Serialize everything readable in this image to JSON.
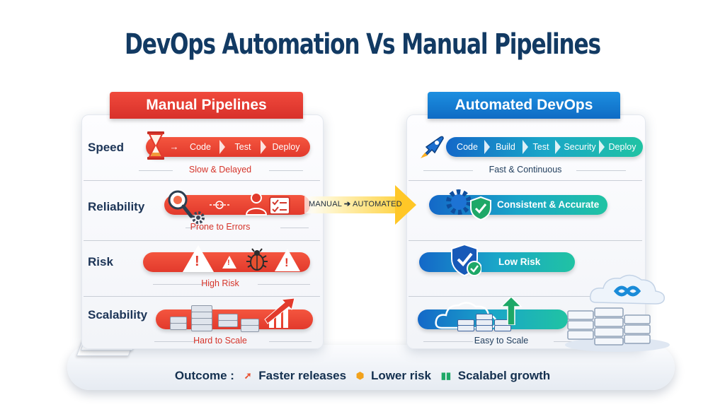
{
  "title": "DevOps Automation Vs Manual Pipelines",
  "left": {
    "header": "Manual Pipelines",
    "rows": [
      {
        "label": "Speed",
        "steps": [
          "Code",
          "Test",
          "Deploy"
        ],
        "caption": "Slow & Delayed"
      },
      {
        "label": "Reliability",
        "caption": "Prone to Errors"
      },
      {
        "label": "Risk",
        "caption": "High Risk"
      },
      {
        "label": "Scalability",
        "caption": "Hard to Scale"
      }
    ]
  },
  "right": {
    "header": "Automated DevOps",
    "rows": [
      {
        "steps": [
          "Code",
          "Build",
          "Test",
          "Security",
          "Deploy"
        ],
        "caption": "Fast & Continuous"
      },
      {
        "bar_text": "Consistent & Accurate"
      },
      {
        "bar_text": "Low Risk"
      },
      {
        "caption": "Easy to Scale"
      }
    ]
  },
  "transition": {
    "from": "MANUAL",
    "to": "AUTOMATED"
  },
  "outcome": {
    "label": "Outcome :",
    "items": [
      "Faster releases",
      "Lower risk",
      "Scalabel growth"
    ]
  },
  "colors": {
    "manual": "#e23a2c",
    "automated": "#1468c8",
    "title": "#123a63",
    "arrow": "#ffc727"
  },
  "icons": [
    "hourglass-icon",
    "magnifier-icon",
    "gear-icon",
    "person-icon",
    "checklist-icon",
    "warning-icon",
    "bug-icon",
    "server-icon",
    "growth-arrow-icon",
    "rocket-icon",
    "shield-check-icon",
    "cloud-icon",
    "infinity-icon"
  ]
}
